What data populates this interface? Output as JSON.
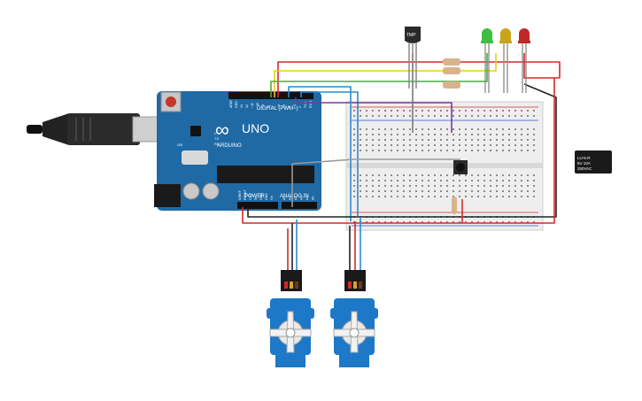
{
  "arduino": {
    "brand": "ARDUINO",
    "model": "UNO",
    "logo_symbol": "∞",
    "digital_label": "DIGITAL (PWM~)",
    "power_label": "POWER",
    "analog_label": "ANALOG IN",
    "digital_pins": [
      "AREF",
      "GND",
      "13",
      "12",
      "~11",
      "~10",
      "~9",
      "8",
      "7",
      "~6",
      "~5",
      "4",
      "~3",
      "2",
      "TX 1",
      "RX 0"
    ],
    "power_pins": [
      "IOREF",
      "RESET",
      "3.3V",
      "5V",
      "GND",
      "GND",
      "Vin"
    ],
    "analog_pins": [
      "A0",
      "A1",
      "A2",
      "A3",
      "A4",
      "A5"
    ],
    "led_labels": [
      "L",
      "TX",
      "RX"
    ],
    "on_label": "ON"
  },
  "temp_sensor": {
    "label": "TMP"
  },
  "leds": [
    {
      "name": "green",
      "color": "#3fbf3f"
    },
    {
      "name": "yellow",
      "color": "#c8a418"
    },
    {
      "name": "red",
      "color": "#c0262a"
    }
  ],
  "relay": {
    "line1": "LU-5-R",
    "line2": "5V 10A",
    "line3": "250VAC"
  },
  "servos": [
    {
      "name": "servo-1"
    },
    {
      "name": "servo-2"
    }
  ],
  "colors": {
    "board": "#1f6aa5",
    "wire_red": "#d22a2a",
    "wire_yellow": "#e2d21a",
    "wire_green": "#44b044",
    "wire_blue": "#2a8ad0",
    "wire_purple": "#7a3a9e",
    "wire_black": "#222222",
    "wire_gray": "#9a9a9a",
    "servo_body": "#1d78c8"
  }
}
